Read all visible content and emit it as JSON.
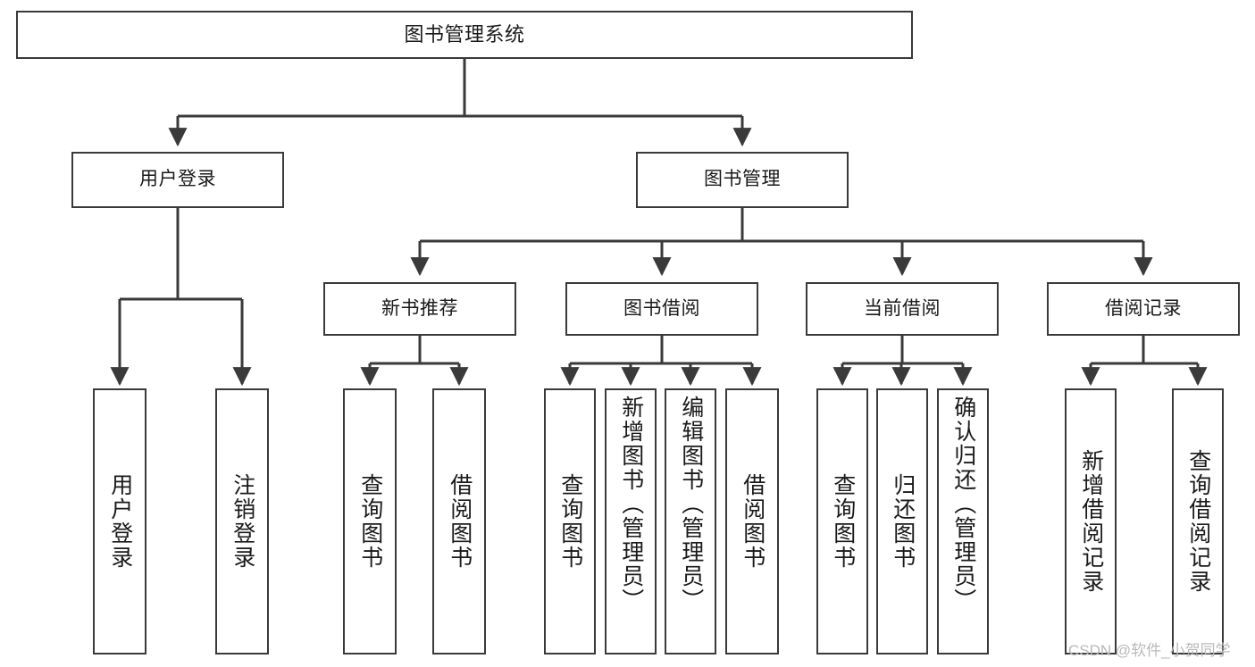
{
  "diagram": {
    "type": "hierarchy-tree",
    "title": "图书管理系统",
    "watermark": "CSDN @软件_小贺同学",
    "colors": {
      "box_border": "#3a3a3a",
      "box_fill": "#ffffff",
      "connector": "#3a3a3a",
      "text": "#1a1a1a",
      "watermark": "#b9b9b9"
    },
    "levels": {
      "root": {
        "label": "图书管理系统"
      },
      "level2": [
        {
          "id": "user-login",
          "label": "用户登录"
        },
        {
          "id": "book-management",
          "label": "图书管理"
        }
      ],
      "level3": [
        {
          "id": "new-book-recommend",
          "label": "新书推荐"
        },
        {
          "id": "book-borrow",
          "label": "图书借阅"
        },
        {
          "id": "current-borrow",
          "label": "当前借阅"
        },
        {
          "id": "borrow-record",
          "label": "借阅记录"
        }
      ],
      "leaves": {
        "user_login": [
          {
            "id": "leaf-user-login",
            "label": "用户登录"
          },
          {
            "id": "leaf-logout-login",
            "label": "注销登录"
          }
        ],
        "new_book_recommend": [
          {
            "id": "leaf-query-book-1",
            "label": "查询图书"
          },
          {
            "id": "leaf-borrow-book-1",
            "label": "借阅图书"
          }
        ],
        "book_borrow": [
          {
            "id": "leaf-query-book-2",
            "label": "查询图书"
          },
          {
            "id": "leaf-add-book",
            "label": "新增图书（管理员）"
          },
          {
            "id": "leaf-edit-book",
            "label": "编辑图书（管理员）"
          },
          {
            "id": "leaf-borrow-book-2",
            "label": "借阅图书"
          }
        ],
        "current_borrow": [
          {
            "id": "leaf-query-book-3",
            "label": "查询图书"
          },
          {
            "id": "leaf-return-book",
            "label": "归还图书"
          },
          {
            "id": "leaf-confirm-return",
            "label": "确认归还（管理员）"
          }
        ],
        "borrow_record": [
          {
            "id": "leaf-add-record",
            "label": "新增借阅记录"
          },
          {
            "id": "leaf-query-record",
            "label": "查询借阅记录"
          }
        ]
      }
    }
  }
}
